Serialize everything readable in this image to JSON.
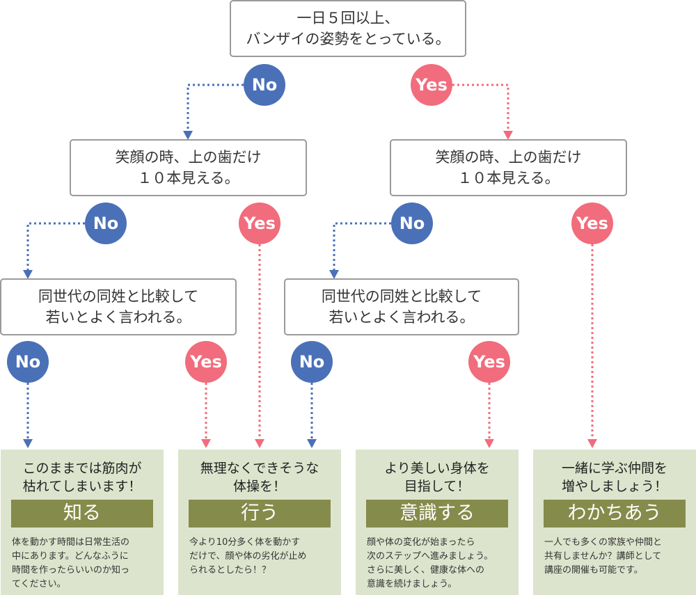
{
  "colors": {
    "no": "#4a70b8",
    "yes": "#f16c7c",
    "result_bg": "#dde4cd",
    "result_label": "#858b4a"
  },
  "questions": {
    "q1": {
      "line1": "一日５回以上、",
      "line2": "バンザイの姿勢をとっている。"
    },
    "q2_left": {
      "line1": "笑顔の時、上の歯だけ",
      "line2": "１０本見える。"
    },
    "q2_right": {
      "line1": "笑顔の時、上の歯だけ",
      "line2": "１０本見える。"
    },
    "q3_left": {
      "line1": "同世代の同姓と比較して",
      "line2": "若いとよく言われる。"
    },
    "q3_right": {
      "line1": "同世代の同姓と比較して",
      "line2": "若いとよく言われる。"
    }
  },
  "answers": {
    "no": "No",
    "yes": "Yes"
  },
  "results": [
    {
      "title1": "このままでは筋肉が",
      "title2": "枯れてしまいます！",
      "label": "知る",
      "desc": [
        "体を動かす時間は日常生活の",
        "中にあります。どんなふうに",
        "時間を作ったらいいのか知っ",
        "てください。"
      ]
    },
    {
      "title1": "無理なくできそうな",
      "title2": "体操を！",
      "label": "行う",
      "desc": [
        "今より10分多く体を動かす",
        "だけで、顔や体の劣化が止め",
        "られるとしたら！？"
      ]
    },
    {
      "title1": "より美しい身体を",
      "title2": "目指して！",
      "label": "意識する",
      "desc": [
        "顔や体の変化が始まったら",
        "次のステップへ進みましょう。",
        "さらに美しく、健康な体への",
        "意識を続けましょう。"
      ]
    },
    {
      "title1": "一緒に学ぶ仲間を",
      "title2": "増やしましょう！",
      "label": "わかちあう",
      "desc": [
        "一人でも多くの家族や仲間と",
        "共有しませんか？講師として",
        "講座の開催も可能です。"
      ]
    }
  ]
}
